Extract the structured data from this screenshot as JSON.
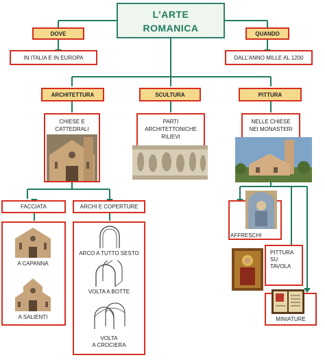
{
  "title": {
    "line1": "L’ARTE",
    "line2": "ROMANICA"
  },
  "dove": {
    "label": "DOVE",
    "value": "IN ITALIA E IN EUROPA"
  },
  "quando": {
    "label": "QUANDO",
    "value": "DALL’ANNO MILLE AL 1200"
  },
  "architettura": {
    "label": "ARCHITETTURA",
    "desc_line1": "CHIESE E",
    "desc_line2": "CATTEDRALI",
    "facciata": {
      "label": "FACCIATA",
      "items": [
        "A CAPANNA",
        "A SALIENTI"
      ]
    },
    "archi": {
      "label": "ARCHI E COPERTURE",
      "items": [
        "ARCO A TUTTO SESTO",
        "VOLTA A BOTTE",
        "VOLTA",
        "A CROCIERA"
      ]
    }
  },
  "scultura": {
    "label": "SCULTURA",
    "desc_line1": "PARTI",
    "desc_line2": "ARCHITETTONICHE",
    "desc_line3": "RILIEVI"
  },
  "pittura": {
    "label": "PITTURA",
    "desc_line1": "NELLE CHIESE",
    "desc_line2": "NEI MONASTERI",
    "affreschi": "AFFRESCHI",
    "tavola_line1": "PITTURA",
    "tavola_line2": "SU",
    "tavola_line3": "TAVOLA",
    "miniature": "MINIATURE"
  },
  "colors": {
    "teal": "#1f7a5e",
    "red": "#d62d20",
    "tag_fill": "#f6d98a"
  }
}
